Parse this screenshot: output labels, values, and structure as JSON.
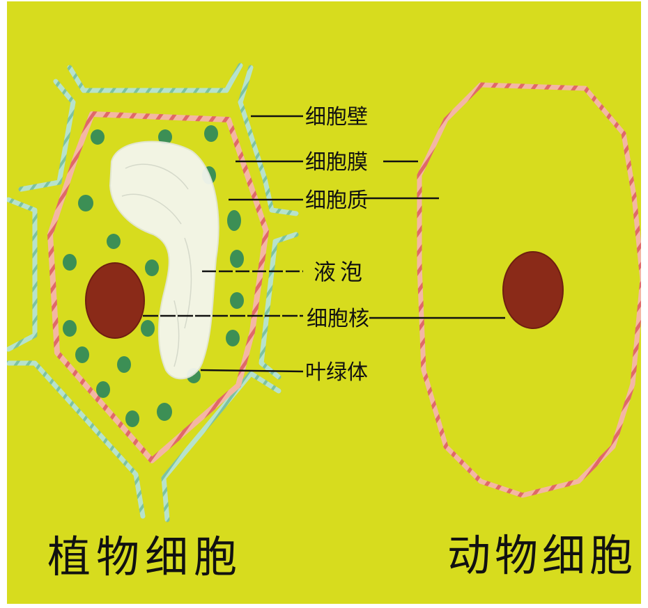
{
  "labels": {
    "cell_wall": "细胞壁",
    "cell_membrane": "细胞膜",
    "cytoplasm": "细胞质",
    "vacuole": "液泡",
    "nucleus": "细胞核",
    "chloroplast": "叶绿体"
  },
  "titles": {
    "plant_cell": "植物细胞",
    "animal_cell": "动物细胞"
  },
  "colors": {
    "board": "#d7dc1e",
    "membrane": "#f0a494",
    "membrane_stripe": "#e06464",
    "wall": "#a8d8c0",
    "nucleus": "#8a2a18",
    "chloroplast": "#3c8f55",
    "vacuole": "#f4f6ee",
    "ink": "#111111"
  }
}
